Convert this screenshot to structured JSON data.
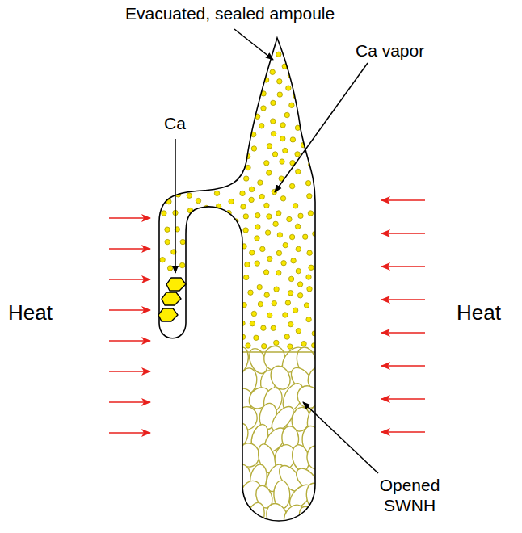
{
  "diagram": {
    "labels": [
      "Evacuated, sealed ampoule",
      "Ca",
      "Ca vapor",
      "Heat",
      "Heat",
      "Opened SWNH"
    ]
  }
}
